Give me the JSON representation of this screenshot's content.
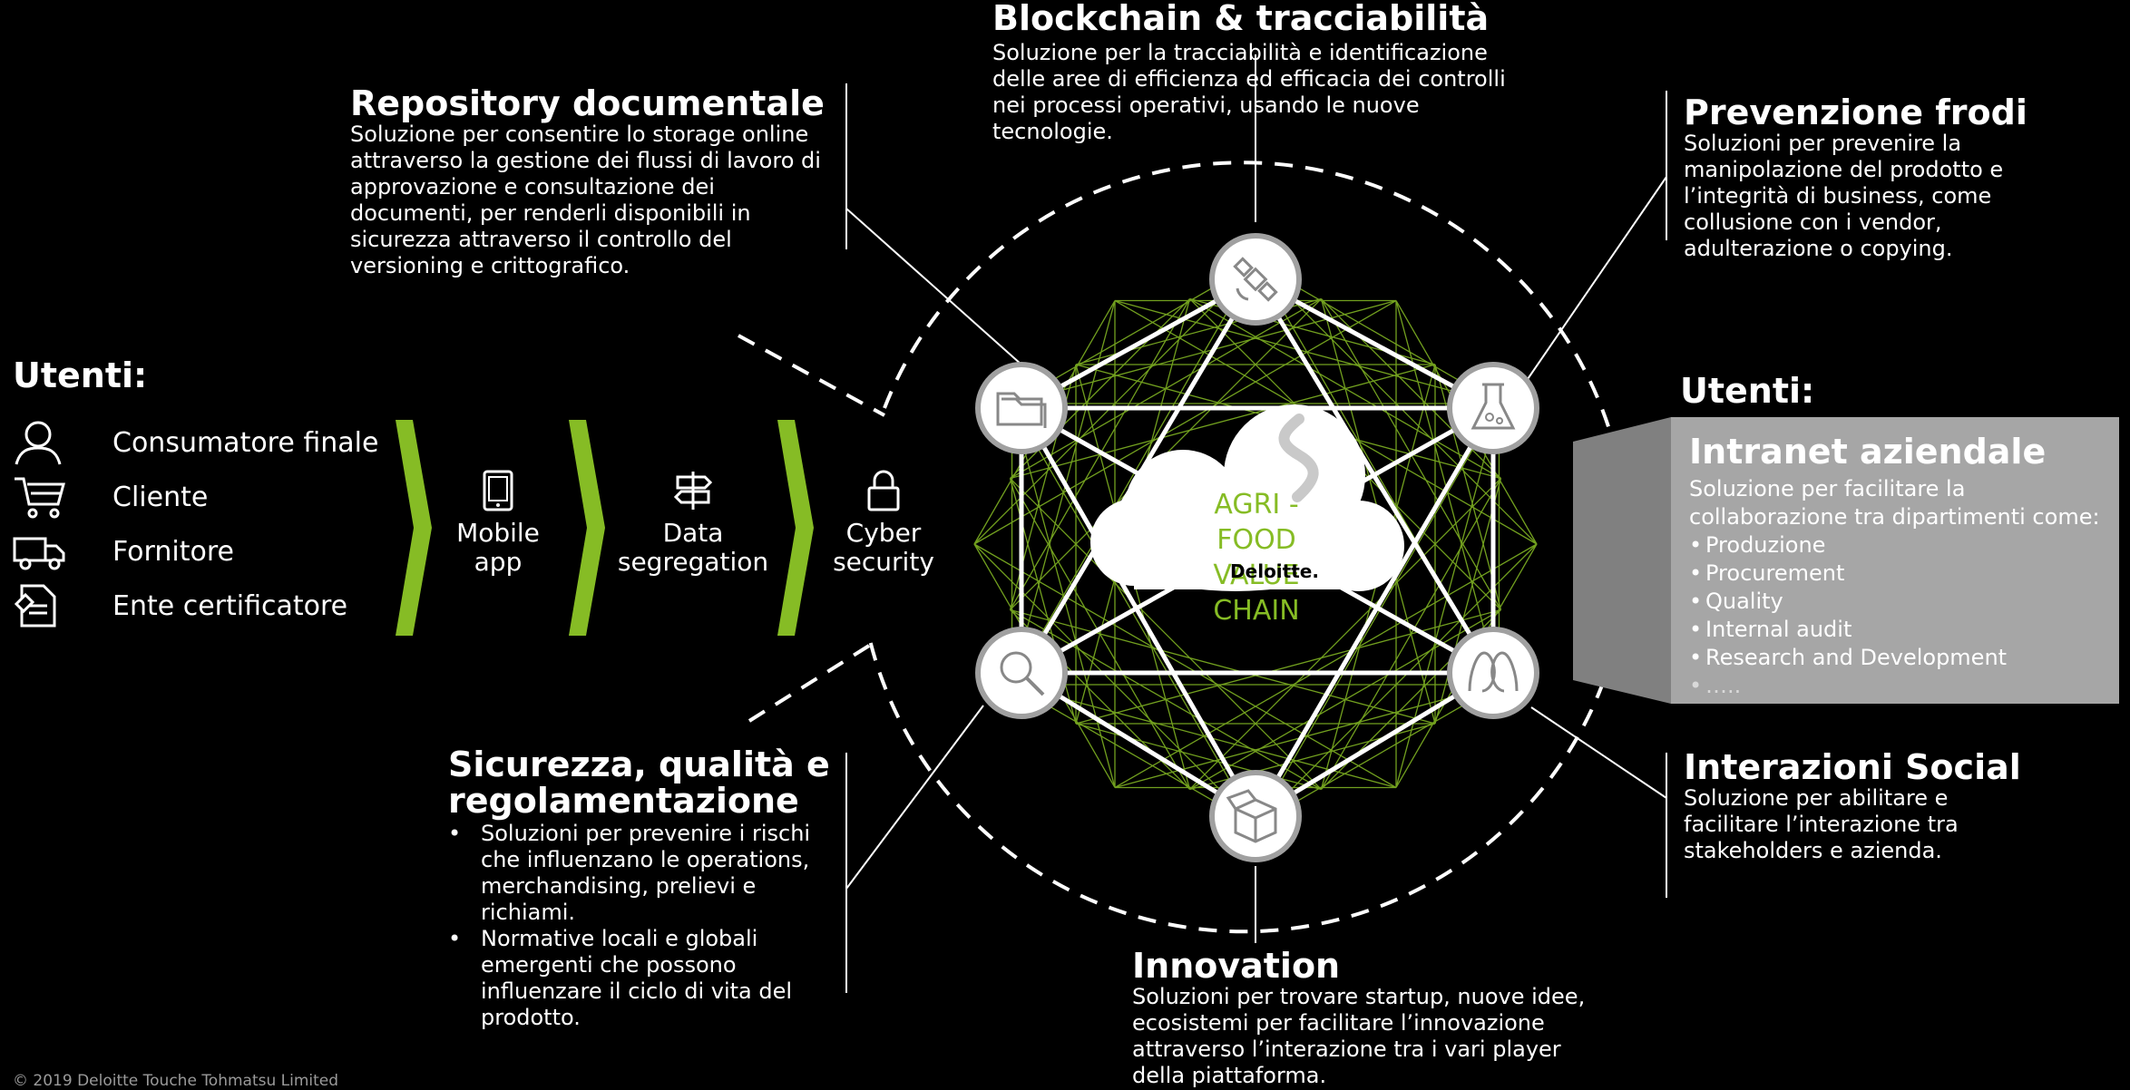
{
  "colors": {
    "accent": "#86bc25",
    "background": "#000000",
    "panel": "#a6a6a6"
  },
  "left_users": {
    "title": "Utenti:",
    "items": [
      {
        "label": "Consumatore finale",
        "icon": "person-icon"
      },
      {
        "label": "Cliente",
        "icon": "cart-icon"
      },
      {
        "label": "Fornitore",
        "icon": "truck-icon"
      },
      {
        "label": "Ente certificatore",
        "icon": "certificate-icon"
      }
    ]
  },
  "steps": [
    {
      "line1": "Mobile",
      "line2": "app",
      "icon": "tablet-icon"
    },
    {
      "line1": "Data",
      "line2": "segregation",
      "icon": "signpost-icon"
    },
    {
      "line1": "Cyber",
      "line2": "security",
      "icon": "lock-icon"
    }
  ],
  "center": {
    "line1": "AGRI - FOOD",
    "line2": "VALUE CHAIN",
    "brand": "Deloitte."
  },
  "nodes": [
    {
      "icon": "satellite-icon"
    },
    {
      "icon": "folder-icon"
    },
    {
      "icon": "flask-icon"
    },
    {
      "icon": "search-icon"
    },
    {
      "icon": "people-icon"
    },
    {
      "icon": "box-icon"
    }
  ],
  "blocks": {
    "blockchain": {
      "title": "Blockchain & tracciabilità",
      "lines": [
        "Soluzione per la tracciabilità e identificazione",
        "delle aree di efficienza ed efficacia dei controlli",
        "nei processi operativi, usando le nuove",
        "tecnologie."
      ]
    },
    "repository": {
      "title": "Repository documentale",
      "lines": [
        "Soluzione per consentire lo storage online",
        "attraverso la gestione dei flussi di lavoro di",
        "approvazione e consultazione dei",
        "documenti, per renderli disponibili in",
        "sicurezza attraverso il controllo del",
        "versioning e crittografico."
      ]
    },
    "frodi": {
      "title": "Prevenzione frodi",
      "lines": [
        "Soluzioni per prevenire la",
        "manipolazione del prodotto e",
        "l’integrità di business, come",
        "collusione con i vendor,",
        "adulterazione o copying."
      ]
    },
    "sicurezza": {
      "title_line1": "Sicurezza, qualità e",
      "title_line2": "regolamentazione",
      "bullets": [
        [
          "Soluzioni per prevenire i rischi",
          "che influenzano le operations,",
          "merchandising, prelievi e",
          "richiami."
        ],
        [
          "Normative locali e globali",
          "emergenti che possono",
          "influenzare il ciclo di vita del",
          "prodotto."
        ]
      ]
    },
    "social": {
      "title": "Interazioni Social",
      "lines": [
        "Soluzione per abilitare e",
        "facilitare l’interazione tra",
        "stakeholders e azienda."
      ]
    },
    "innovation": {
      "title": "Innovation",
      "lines": [
        "Soluzioni per trovare startup, nuove idee,",
        "ecosistemi per facilitare l’innovazione",
        "attraverso l’interazione tra i vari player",
        "della piattaforma."
      ]
    }
  },
  "right_users": {
    "title": "Utenti:",
    "intranet_title": "Intranet aziendale",
    "intranet_lines": [
      "Soluzione per facilitare la",
      "collaborazione tra dipartimenti come:"
    ],
    "departments": [
      "Produzione",
      "Procurement",
      "Quality",
      "Internal audit",
      "Research and Development",
      "….."
    ]
  },
  "footer": {
    "copyright": "© 2019 Deloitte Touche Tohmatsu Limited"
  }
}
